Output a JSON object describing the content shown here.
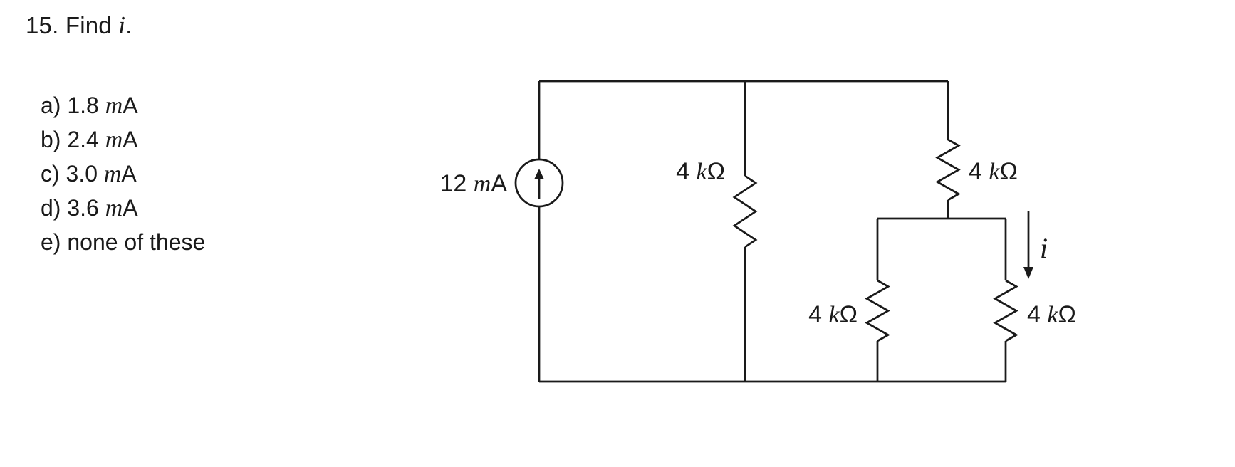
{
  "page": {
    "background": "#ffffff",
    "ink": "#1a1a1a"
  },
  "question": {
    "prefix": "15. Find ",
    "variable": "i",
    "suffix": "."
  },
  "options": [
    {
      "prefix": "a) 1.8 ",
      "unit_italic": "m",
      "unit_upright": "A"
    },
    {
      "prefix": "b) 2.4 ",
      "unit_italic": "m",
      "unit_upright": "A"
    },
    {
      "prefix": "c) 3.0 ",
      "unit_italic": "m",
      "unit_upright": "A"
    },
    {
      "prefix": "d) 3.6 ",
      "unit_italic": "m",
      "unit_upright": "A"
    },
    {
      "prefix": "e) none of these",
      "unit_italic": "",
      "unit_upright": ""
    }
  ],
  "circuit": {
    "source": {
      "value": "12 ",
      "unit_italic": "m",
      "unit_upright": "A"
    },
    "resistor_middle": {
      "value": "4 ",
      "unit_italic": "k",
      "unit_upright": "Ω"
    },
    "resistor_top_right": {
      "value": "4 ",
      "unit_italic": "k",
      "unit_upright": "Ω"
    },
    "resistor_bottom_left": {
      "value": "4 ",
      "unit_italic": "k",
      "unit_upright": "Ω"
    },
    "resistor_bottom_right": {
      "value": "4 ",
      "unit_italic": "k",
      "unit_upright": "Ω"
    },
    "current_label": "i"
  }
}
